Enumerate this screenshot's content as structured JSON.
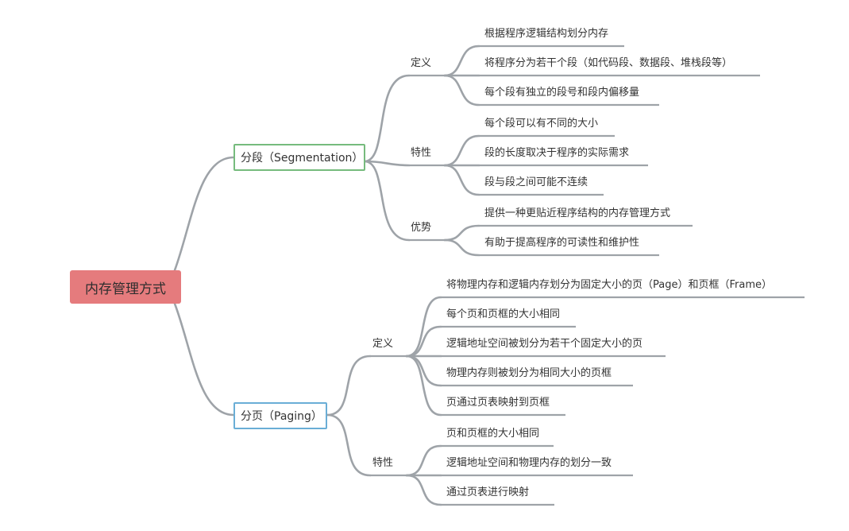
{
  "root": {
    "label": "内存管理方式",
    "color": "#e57b7d"
  },
  "branches": [
    {
      "label": "分段（Segmentation）",
      "border_color": "#76bb7d",
      "groups": [
        {
          "label": "定义",
          "leaves": [
            "根据程序逻辑结构划分内存",
            "将程序分为若干个段（如代码段、数据段、堆栈段等）",
            "每个段有独立的段号和段内偏移量"
          ]
        },
        {
          "label": "特性",
          "leaves": [
            "每个段可以有不同的大小",
            "段的长度取决于程序的实际需求",
            "段与段之间可能不连续"
          ]
        },
        {
          "label": "优势",
          "leaves": [
            "提供一种更贴近程序结构的内存管理方式",
            "有助于提高程序的可读性和维护性"
          ]
        }
      ]
    },
    {
      "label": "分页（Paging）",
      "border_color": "#6aaed6",
      "groups": [
        {
          "label": "定义",
          "leaves": [
            "将物理内存和逻辑内存划分为固定大小的页（Page）和页框（Frame）",
            "每个页和页框的大小相同",
            "逻辑地址空间被划分为若干个固定大小的页",
            "物理内存则被划分为相同大小的页框",
            "页通过页表映射到页框"
          ]
        },
        {
          "label": "特性",
          "leaves": [
            "页和页框的大小相同",
            "逻辑地址空间和物理内存的划分一致",
            "通过页表进行映射"
          ]
        }
      ]
    }
  ]
}
